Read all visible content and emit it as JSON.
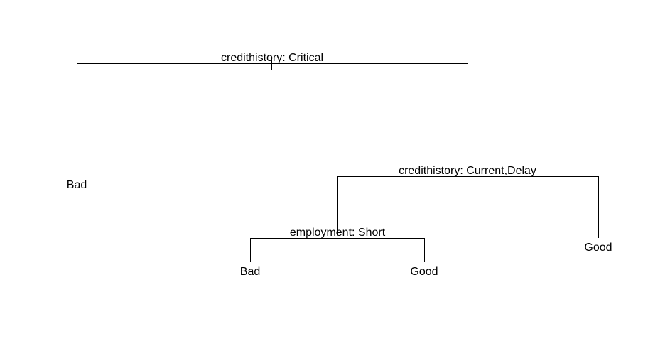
{
  "tree": {
    "splits": [
      {
        "id": "root",
        "label": "credithistory: Critical"
      },
      {
        "id": "split-2",
        "label": "credithistory: Current,Delay"
      },
      {
        "id": "split-3",
        "label": "employment: Short"
      }
    ],
    "leaves": [
      {
        "id": "leaf-1",
        "label": "Bad"
      },
      {
        "id": "leaf-2",
        "label": "Bad"
      },
      {
        "id": "leaf-3",
        "label": "Good"
      },
      {
        "id": "leaf-4",
        "label": "Good"
      }
    ]
  }
}
